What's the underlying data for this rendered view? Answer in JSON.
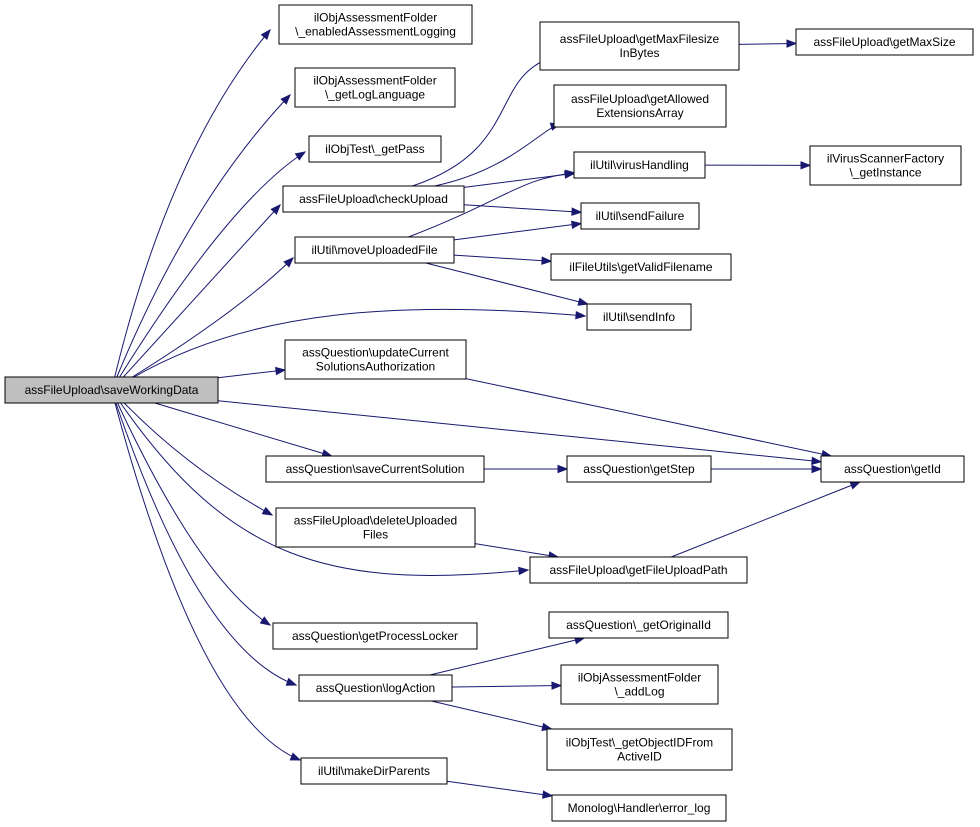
{
  "nodes": [
    {
      "id": "root",
      "lines": [
        "assFileUpload\\saveWorkingData"
      ],
      "root": true
    },
    {
      "id": "enabledLog",
      "lines": [
        "ilObjAssessmentFolder",
        "\\_enabledAssessmentLogging"
      ]
    },
    {
      "id": "getLogLang",
      "lines": [
        "ilObjAssessmentFolder",
        "\\_getLogLanguage"
      ]
    },
    {
      "id": "getPass",
      "lines": [
        "ilObjTest\\_getPass"
      ]
    },
    {
      "id": "checkUpload",
      "lines": [
        "assFileUpload\\checkUpload"
      ]
    },
    {
      "id": "moveUploaded",
      "lines": [
        "ilUtil\\moveUploadedFile"
      ]
    },
    {
      "id": "updateAuth",
      "lines": [
        "assQuestion\\updateCurrent",
        "SolutionsAuthorization"
      ]
    },
    {
      "id": "saveCurrent",
      "lines": [
        "assQuestion\\saveCurrentSolution"
      ]
    },
    {
      "id": "deleteUploaded",
      "lines": [
        "assFileUpload\\deleteUploaded",
        "Files"
      ]
    },
    {
      "id": "getProcessLocker",
      "lines": [
        "assQuestion\\getProcessLocker"
      ]
    },
    {
      "id": "logAction",
      "lines": [
        "assQuestion\\logAction"
      ]
    },
    {
      "id": "makeDir",
      "lines": [
        "ilUtil\\makeDirParents"
      ]
    },
    {
      "id": "getMaxFsBytes",
      "lines": [
        "assFileUpload\\getMaxFilesize",
        "InBytes"
      ]
    },
    {
      "id": "getAllowedExt",
      "lines": [
        "assFileUpload\\getAllowed",
        "ExtensionsArray"
      ]
    },
    {
      "id": "virusHandling",
      "lines": [
        "ilUtil\\virusHandling"
      ]
    },
    {
      "id": "sendFailure",
      "lines": [
        "ilUtil\\sendFailure"
      ]
    },
    {
      "id": "getValidFilename",
      "lines": [
        "ilFileUtils\\getValidFilename"
      ]
    },
    {
      "id": "sendInfo",
      "lines": [
        "ilUtil\\sendInfo"
      ]
    },
    {
      "id": "getStep",
      "lines": [
        "assQuestion\\getStep"
      ]
    },
    {
      "id": "getFileUploadPath",
      "lines": [
        "assFileUpload\\getFileUploadPath"
      ]
    },
    {
      "id": "getOriginalId",
      "lines": [
        "assQuestion\\_getOriginalId"
      ]
    },
    {
      "id": "addLog",
      "lines": [
        "ilObjAssessmentFolder",
        "\\_addLog"
      ]
    },
    {
      "id": "getObjId",
      "lines": [
        "ilObjTest\\_getObjectIDFrom",
        "ActiveID"
      ]
    },
    {
      "id": "errorLog",
      "lines": [
        "Monolog\\Handler\\error_log"
      ]
    },
    {
      "id": "getMaxSize",
      "lines": [
        "assFileUpload\\getMaxSize"
      ]
    },
    {
      "id": "virusFactory",
      "lines": [
        "ilVirusScannerFactory",
        "\\_getInstance"
      ]
    },
    {
      "id": "getId",
      "lines": [
        "assQuestion\\getId"
      ]
    }
  ],
  "edges": [
    {
      "from": "root",
      "to": "enabledLog"
    },
    {
      "from": "root",
      "to": "getLogLang"
    },
    {
      "from": "root",
      "to": "getPass"
    },
    {
      "from": "root",
      "to": "checkUpload"
    },
    {
      "from": "root",
      "to": "moveUploaded"
    },
    {
      "from": "root",
      "to": "sendInfo"
    },
    {
      "from": "root",
      "to": "updateAuth"
    },
    {
      "from": "root",
      "to": "getId"
    },
    {
      "from": "root",
      "to": "saveCurrent"
    },
    {
      "from": "root",
      "to": "deleteUploaded"
    },
    {
      "from": "root",
      "to": "getFileUploadPath"
    },
    {
      "from": "root",
      "to": "getProcessLocker"
    },
    {
      "from": "root",
      "to": "logAction"
    },
    {
      "from": "root",
      "to": "makeDir"
    },
    {
      "from": "checkUpload",
      "to": "getMaxFsBytes"
    },
    {
      "from": "checkUpload",
      "to": "getAllowedExt"
    },
    {
      "from": "checkUpload",
      "to": "virusHandling"
    },
    {
      "from": "checkUpload",
      "to": "sendFailure"
    },
    {
      "from": "moveUploaded",
      "to": "virusHandling"
    },
    {
      "from": "moveUploaded",
      "to": "sendFailure"
    },
    {
      "from": "moveUploaded",
      "to": "getValidFilename"
    },
    {
      "from": "moveUploaded",
      "to": "sendInfo"
    },
    {
      "from": "getMaxFsBytes",
      "to": "getMaxSize"
    },
    {
      "from": "virusHandling",
      "to": "virusFactory"
    },
    {
      "from": "updateAuth",
      "to": "getId"
    },
    {
      "from": "saveCurrent",
      "to": "getStep"
    },
    {
      "from": "saveCurrent",
      "to": "getId"
    },
    {
      "from": "deleteUploaded",
      "to": "getFileUploadPath"
    },
    {
      "from": "getFileUploadPath",
      "to": "getId"
    },
    {
      "from": "logAction",
      "to": "getOriginalId"
    },
    {
      "from": "logAction",
      "to": "addLog"
    },
    {
      "from": "logAction",
      "to": "getObjId"
    },
    {
      "from": "makeDir",
      "to": "errorLog"
    }
  ],
  "colors": {
    "edge": "#191970",
    "root_fill": "#bfbfbf",
    "node_fill": "#ffffff",
    "border": "#000000"
  }
}
